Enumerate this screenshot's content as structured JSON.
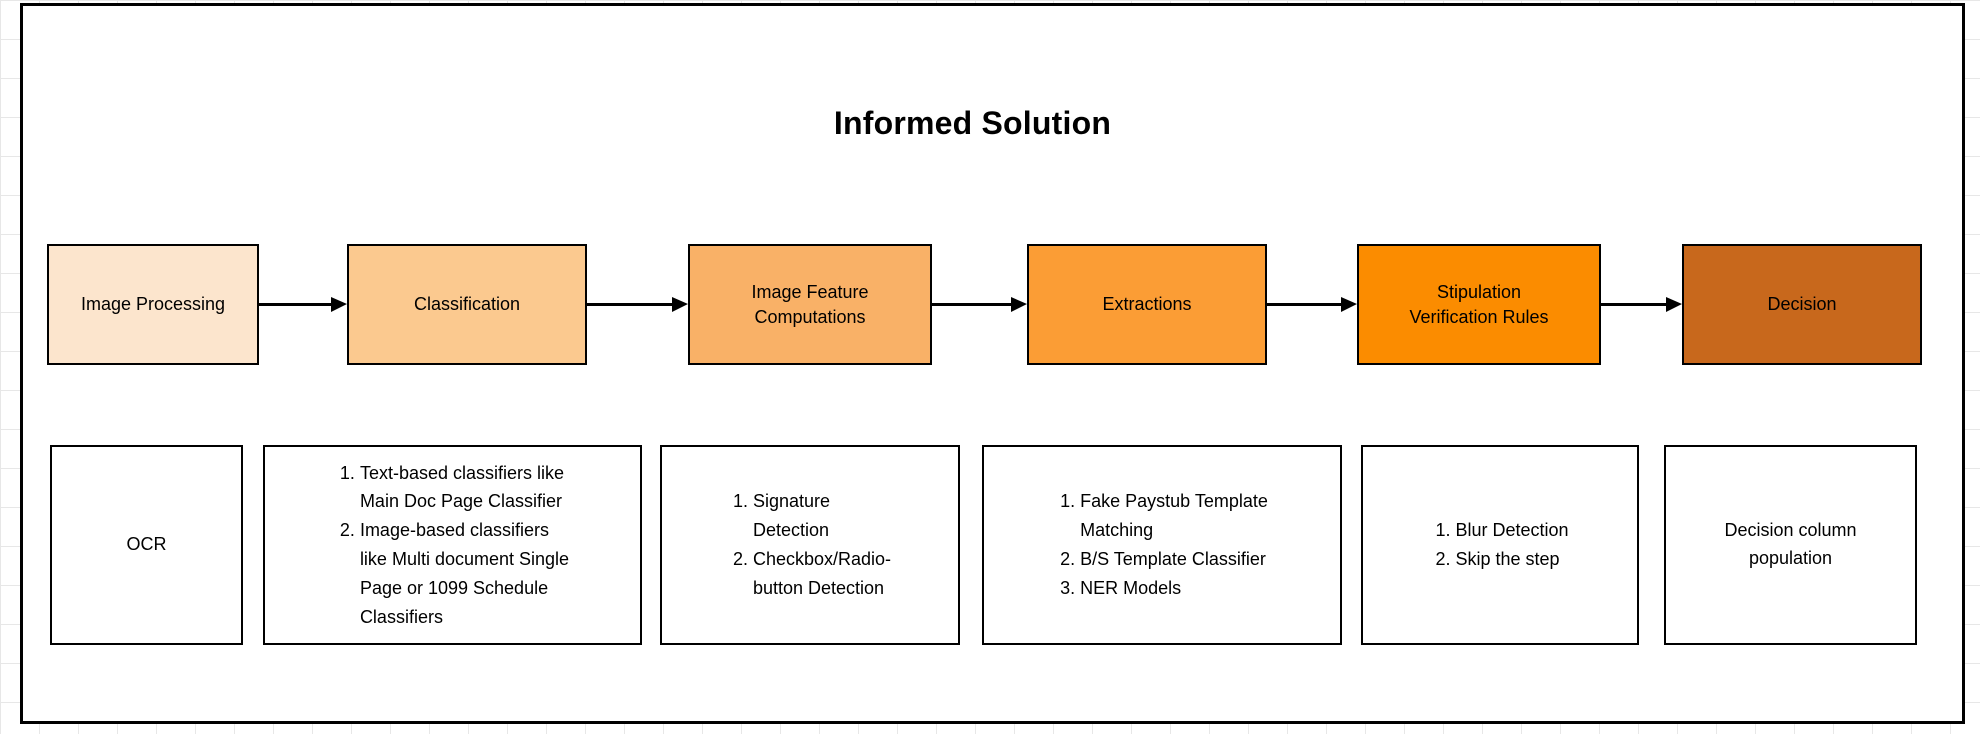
{
  "diagram": {
    "title": "Informed Solution",
    "canvas_border_color": "#000000",
    "grid_color": "#e7e7e7",
    "arrow_color": "#000000"
  },
  "flow": {
    "steps": [
      {
        "label": "Image Processing",
        "fill": "#FCE5CD"
      },
      {
        "label": "Classification",
        "fill": "#FBC98F"
      },
      {
        "label": "Image Feature\nComputations",
        "fill": "#F9B167"
      },
      {
        "label": "Extractions",
        "fill": "#FB9D35"
      },
      {
        "label": "Stipulation\nVerification Rules",
        "fill": "#FB8C00"
      },
      {
        "label": "Decision",
        "fill": "#C8681C"
      }
    ]
  },
  "details": [
    {
      "type": "text",
      "text": "OCR"
    },
    {
      "type": "list",
      "items": [
        "Text-based classifiers like\nMain Doc Page Classifier",
        "Image-based classifiers\nlike Multi document Single\nPage or 1099 Schedule\nClassifiers"
      ]
    },
    {
      "type": "list",
      "items": [
        "Signature\nDetection",
        "Checkbox/Radio-\nbutton Detection"
      ]
    },
    {
      "type": "list",
      "items": [
        "Fake Paystub Template\nMatching",
        "B/S Template Classifier",
        "NER Models"
      ]
    },
    {
      "type": "list",
      "items": [
        "Blur Detection",
        "Skip the step"
      ]
    },
    {
      "type": "text",
      "text": "Decision column\npopulation"
    }
  ]
}
